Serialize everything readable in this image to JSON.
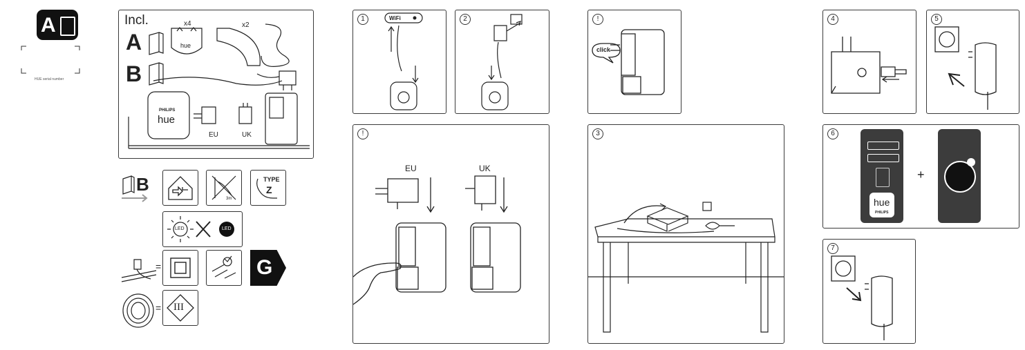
{
  "cover": {
    "badge_letter": "A",
    "serial_caption": "HUE serial number"
  },
  "incl": {
    "title": "Incl.",
    "letter_a": "A",
    "letter_b": "B",
    "qty_bridge": "x4",
    "qty_strip": "x2",
    "bridge_label": "hue",
    "brand_small": "PHILIPS",
    "brand_large": "hue",
    "plug_eu": "EU",
    "plug_uk": "UK"
  },
  "symbols": {
    "letter_b": "B",
    "type_line1": "TYPE",
    "type_line2": "Z",
    "led_label": "LED",
    "class_three": "III",
    "energy_letter": "G",
    "dist_label": "3m"
  },
  "steps": {
    "s1": {
      "num": "1",
      "wifi_label": "WiFi"
    },
    "s2": {
      "num": "2"
    },
    "s3": {
      "num": "3"
    },
    "s4": {
      "num": "4"
    },
    "s5": {
      "num": "5"
    },
    "s6": {
      "num": "6",
      "plus": "+",
      "app_label": "hue",
      "app_brand": "PHILIPS"
    },
    "s7": {
      "num": "7"
    },
    "warn_click": {
      "num": "!",
      "click_label": "click"
    },
    "warn_plug": {
      "num": "!",
      "eu": "EU",
      "uk": "UK"
    }
  },
  "colors": {
    "ink": "#222222",
    "panel_border": "#3a3a3a",
    "phone_bg": "#3c3c3c",
    "badge": "#111111"
  }
}
